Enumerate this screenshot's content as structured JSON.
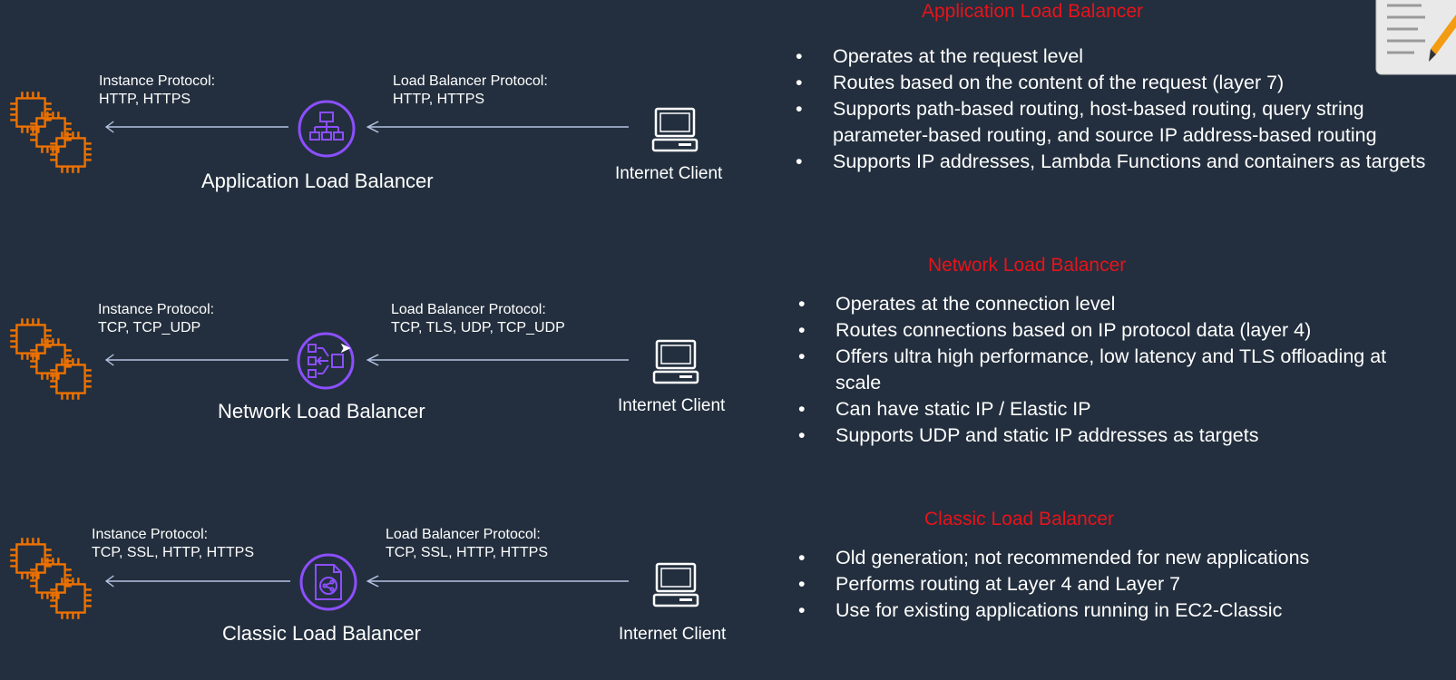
{
  "colors": {
    "background": "#232f3e",
    "lb_purple": "#8c4fff",
    "instance_orange": "#ed7100",
    "section_title_red": "#e8131a",
    "arrow_line": "#b4c4e2"
  },
  "rows": [
    {
      "instance_protocol": {
        "label": "Instance Protocol:",
        "value": "HTTP, HTTPS"
      },
      "lb_protocol": {
        "label": "Load Balancer Protocol:",
        "value": "HTTP, HTTPS"
      },
      "lb_name": "Application Load Balancer",
      "lb_icon": "application-load-balancer-icon",
      "client_label": "Internet Client",
      "instance_icon": "ec2-instances-icon"
    },
    {
      "instance_protocol": {
        "label": "Instance Protocol:",
        "value": "TCP, TCP_UDP"
      },
      "lb_protocol": {
        "label": "Load Balancer Protocol:",
        "value": "TCP, TLS, UDP, TCP_UDP"
      },
      "lb_name": "Network Load Balancer",
      "lb_icon": "network-load-balancer-icon",
      "client_label": "Internet Client",
      "instance_icon": "ec2-instances-icon"
    },
    {
      "instance_protocol": {
        "label": "Instance Protocol:",
        "value": "TCP, SSL, HTTP, HTTPS"
      },
      "lb_protocol": {
        "label": "Load Balancer Protocol:",
        "value": "TCP, SSL, HTTP, HTTPS"
      },
      "lb_name": "Classic Load Balancer",
      "lb_icon": "classic-load-balancer-icon",
      "client_label": "Internet Client",
      "instance_icon": "ec2-instances-icon"
    }
  ],
  "sections": [
    {
      "title": "Application Load Balancer",
      "bullets": [
        "Operates at the request level",
        "Routes based on the content of the request (layer 7)",
        "Supports path-based routing, host-based routing, query string parameter-based routing, and source IP address-based routing",
        "Supports IP addresses, Lambda Functions and containers as targets"
      ]
    },
    {
      "title": "Network Load Balancer",
      "bullets": [
        "Operates at the connection level",
        "Routes connections based on IP protocol data (layer 4)",
        "Offers ultra high performance, low latency and TLS offloading at scale",
        "Can have static IP / Elastic IP",
        "Supports UDP and static IP addresses as targets"
      ]
    },
    {
      "title": "Classic Load Balancer",
      "bullets": [
        "Old generation; not recommended for new applications",
        "Performs routing at Layer 4 and Layer 7",
        "Use for existing applications running in EC2-Classic"
      ]
    }
  ],
  "overlay_icon": "notes-editor-icon"
}
